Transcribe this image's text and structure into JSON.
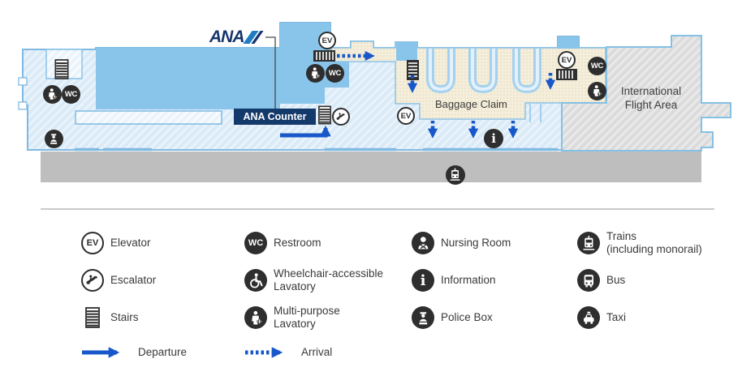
{
  "map": {
    "ana_logo": "ANA",
    "counter": "ANA Counter",
    "baggage_claim": "Baggage Claim",
    "international": [
      "International",
      "Flight Area"
    ]
  },
  "glyphs": {
    "ev": "EV",
    "wc": "WC",
    "info": "i"
  },
  "legend": {
    "elevator": "Elevator",
    "escalator": "Escalator",
    "stairs": "Stairs",
    "departure": "Departure",
    "restroom": "Restroom",
    "wheelchair_1": "Wheelchair-accessible",
    "wheelchair_2": "Lavatory",
    "multipurpose_1": "Multi-purpose",
    "multipurpose_2": "Lavatory",
    "arrival": "Arrival",
    "nursing": "Nursing Room",
    "information": "Information",
    "police": "Police Box",
    "trains_1": "Trains",
    "trains_2": "(including monorail)",
    "bus": "Bus",
    "taxi": "Taxi"
  },
  "colors": {
    "map_blue": "#89C4EA",
    "map_pale": "#DAEAF6",
    "map_border": "#7FB9E2",
    "beige": "#F5EEDB",
    "navy": "#14396B",
    "arrow_blue": "#1757C9",
    "icon_dark": "#2E2E2E",
    "road_gray": "#BEBEBE"
  }
}
